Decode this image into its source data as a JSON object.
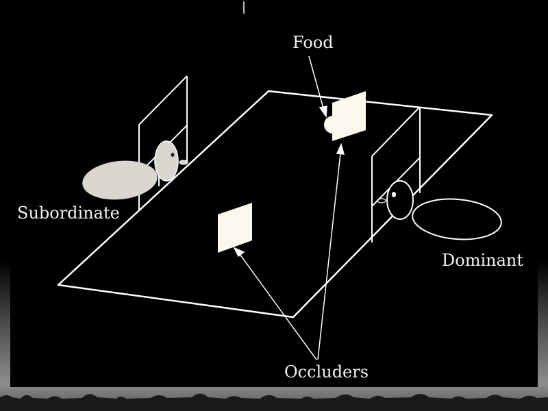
{
  "labels": {
    "food": "Food",
    "subordinate": "Subordinate",
    "dominant": "Dominant",
    "occluders": "Occluders"
  },
  "colors": {
    "background": "#000000",
    "line": "#ffffff",
    "subordinate_fill": "#d9d6cf",
    "occluder_fill": "#fbf9ee",
    "text": "#f2f2f2"
  }
}
